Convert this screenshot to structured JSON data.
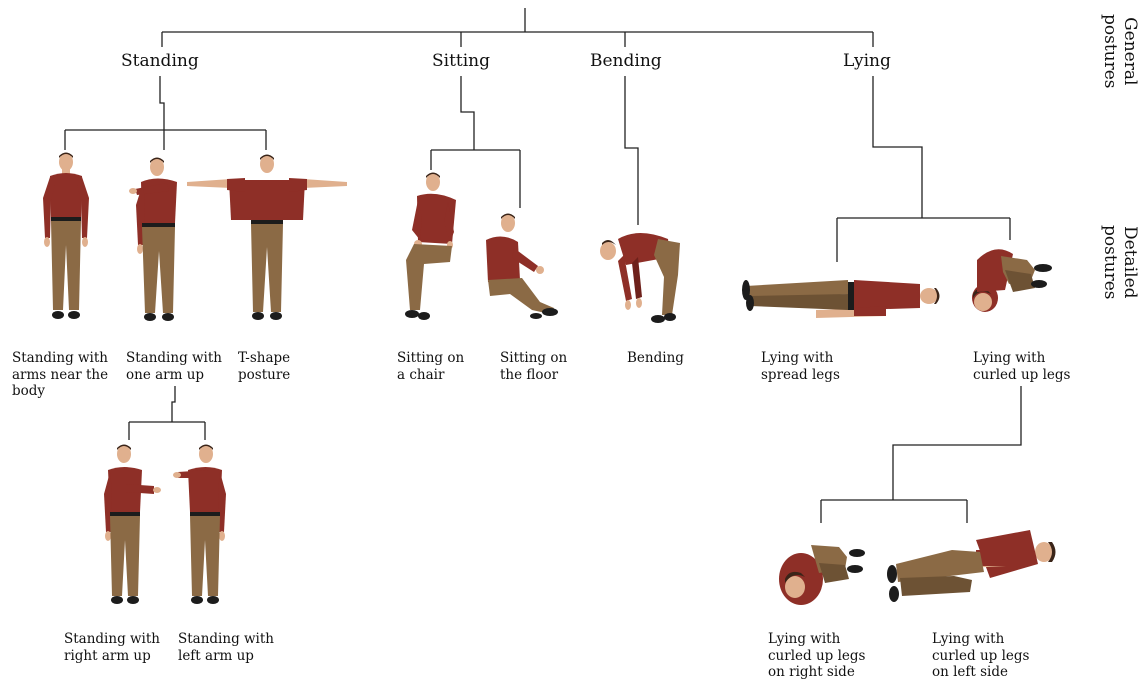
{
  "side_labels": {
    "general": "General\npostures",
    "detailed": "Detailed\npostures"
  },
  "general": {
    "standing": "Standing",
    "sitting": "Sitting",
    "bending": "Bending",
    "lying": "Lying"
  },
  "detailed": {
    "stand_arms_near_body": "Standing with\narms near the\nbody",
    "stand_one_arm_up": "Standing with\none arm up",
    "t_shape": "T-shape\nposture",
    "sit_chair": "Sitting on\na chair",
    "sit_floor": "Sitting on\nthe floor",
    "bending": "Bending",
    "lying_spread": "Lying with\nspread legs",
    "lying_curled": "Lying with\ncurled up legs",
    "stand_right_arm": "Standing with\nright arm up",
    "stand_left_arm": "Standing with\nleft arm up",
    "lying_curled_right": "Lying with\ncurled up legs\non right side",
    "lying_curled_left": "Lying with\ncurled up legs\non left side"
  },
  "colors": {
    "shirt": "#8e2f27",
    "shirt_dark": "#6e211b",
    "pants": "#8b6a45",
    "pants_dark": "#6d5234",
    "skin": "#e0b08e",
    "hair": "#3a2418",
    "shoe": "#1c1c1c",
    "line": "#222222"
  }
}
